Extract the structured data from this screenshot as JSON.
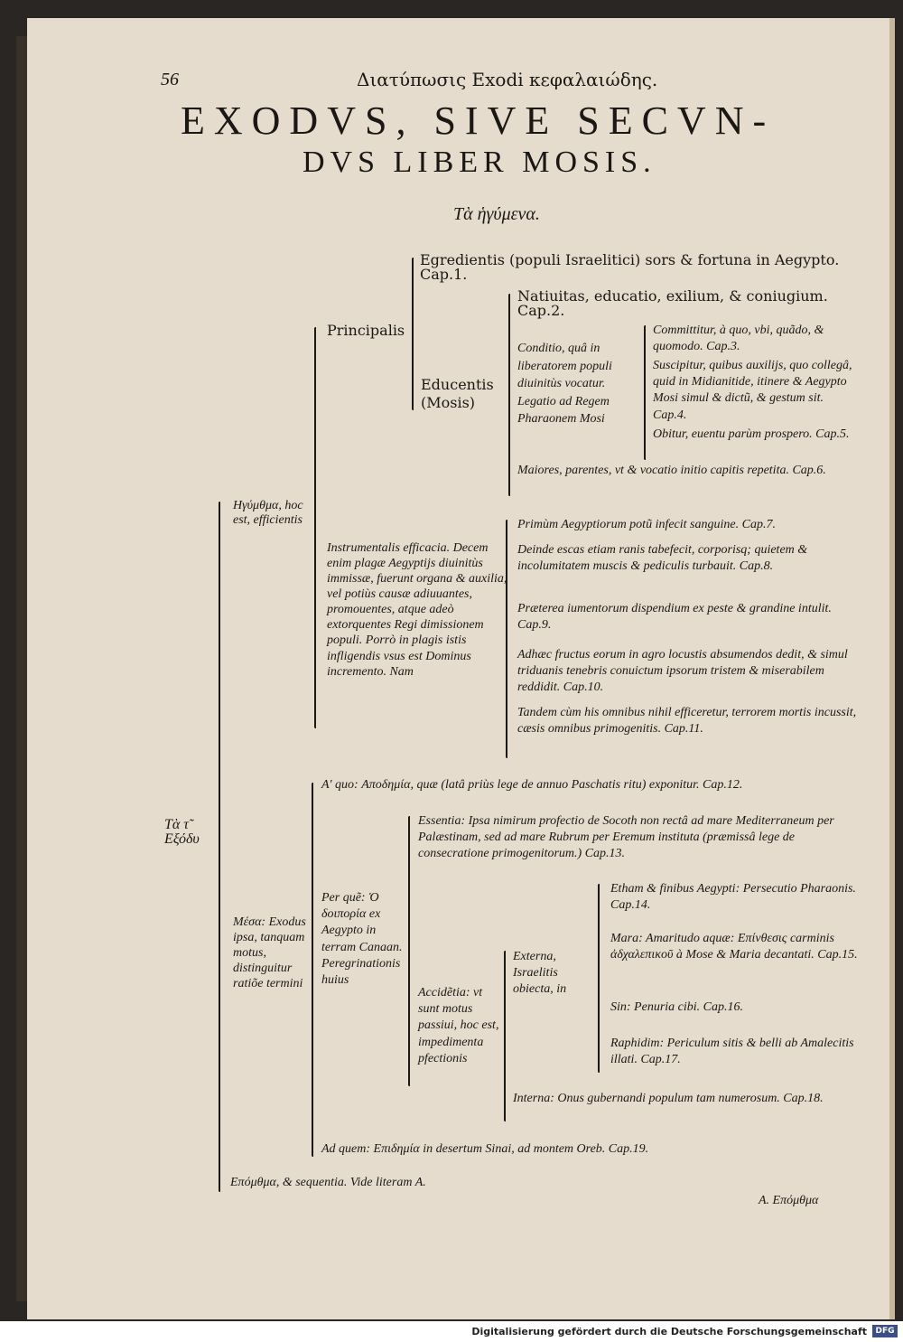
{
  "header": {
    "page_number": "56",
    "running_head": "Διατύπωσις Exodi κεφαλαιώδης.",
    "title_line1": "EXODVS, SIVE SECVN-",
    "title_line2": "DVS LIBER MOSIS.",
    "subtitle": "Τὰ ἡγύμενα."
  },
  "root": {
    "label": "Τὰ τ῀ Εξόδυ"
  },
  "hegemena": {
    "label": "Ηγύμθμα, hoc est, efficientis",
    "principalis": {
      "label": "Principalis",
      "egredientis": "Egredientis (populi Israelitici) sors & fortuna in Aegypto. Cap.1.",
      "educentis_label": "Educentis (Mosis)",
      "natiuitas": "Natiuitas, educatio, exilium, & coniugium. Cap.2.",
      "conditio": "Conditio, quâ in liberatorem populi diuinitùs vocatur. Legatio ad Regem Pharaonem Mosi",
      "committitur": "Committitur, à quo, vbi, quãdo, & quomodo. Cap.3.",
      "suscipitur": "Suscipitur, quibus auxilijs, quo collegâ, quid in Midianitide, itinere & Aegypto Mosi simul & dictũ, & gestum sit. Cap.4.",
      "obitur": "Obitur, euentu parùm prospero. Cap.5.",
      "maiores": "Maiores, parentes, vt & vocatio initio capitis repetita. Cap.6."
    },
    "instrumentalis": {
      "label": "Instrumentalis efficacia. Decem enim plagæ Aegyptijs diuinitùs immissæ, fuerunt organa & auxilia, vel potiùs causæ adiuuantes, promouentes, atque adeò extorquentes Regi dimissionem populi. Porrò in plagis istis infligendis vsus est Dominus incremento. Nam",
      "primum": "Primùm Aegyptiorum potũ infecit sanguine. Cap.7.",
      "deinde": "Deinde escas etiam ranis tabefecit, corporisq; quietem & incolumitatem muscis & pediculis turbauit. Cap.8.",
      "praeterea": "Præterea iumentorum dispendium ex peste & grandine intulit. Cap.9.",
      "adhaec": "Adhæc fructus eorum in agro locustis absumendos dedit, & simul triduanis tenebris conuictum ipsorum tristem & miserabilem reddidit. Cap.10.",
      "tandem": "Tandem cùm his omnibus nihil efficeretur, terrorem mortis incussit, cæsis omnibus primogenitis. Cap.11."
    }
  },
  "mesa": {
    "label": "Μέσα: Exodus ipsa, tanquam motus, distinguitur ratiõe termini",
    "a_quo": "A' quo: Αποδημία, quæ (latâ priùs lege de annuo Paschatis ritu) exponitur. Cap.12.",
    "per_que": "Per quẽ: Ὁ δοιπορία ex Aegypto in terram Canaan. Peregrinationis huius",
    "essentia": "Essentia: Ipsa nimirum profectio de Socoth non rectâ ad mare Mediterraneum per Palæstinam, sed ad mare Rubrum per Eremum instituta (præmissâ lege de consecratione primogenitorum.) Cap.13.",
    "accidentia": "Accidẽtia: vt sunt motus passiui, hoc est, impedimenta pfectionis",
    "externa": "Externa, Israelitis obiecta, in",
    "etham": "Etham & finibus Aegypti: Persecutio Pharaonis. Cap.14.",
    "mara": "Mara: Amaritudo aquæ: Επίνθεσις carminis ἀδχαλεπικοῦ à Mose & Maria decantati. Cap.15.",
    "sin": "Sin: Penuria cibi. Cap.16.",
    "raphidim": "Raphidim: Periculum sitis & belli ab Amalecitis illati. Cap.17.",
    "interna": "Interna: Onus gubernandi populum tam numerosum. Cap.18.",
    "ad_quem": "Ad quem: Επιδημία in desertum Sinai, ad montem Oreb. Cap.19."
  },
  "epomena": {
    "label": "Επόμθμα, & sequentia. Vide literam A."
  },
  "catchword": "A. Επόμθμα",
  "footer": {
    "credit": "Digitalisierung gefördert durch die Deutsche Forschungsgemeinschaft",
    "logo": "DFG"
  }
}
